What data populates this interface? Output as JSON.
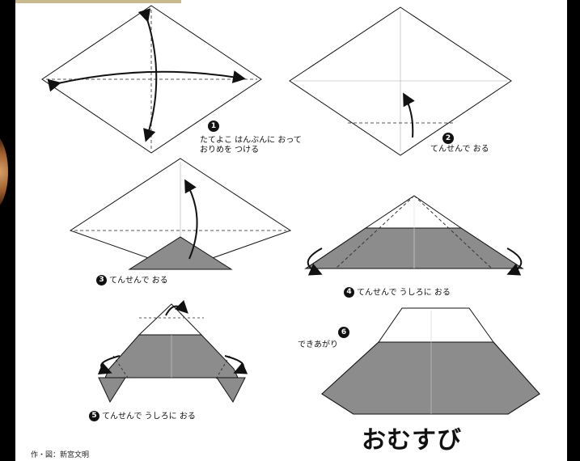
{
  "steps": [
    {
      "num": "1",
      "line1": "たてよこ はんぶんに おって",
      "line2": "おりめを つける"
    },
    {
      "num": "2",
      "text": "てんせんで おる"
    },
    {
      "num": "3",
      "text": "てんせんで おる"
    },
    {
      "num": "4",
      "text": "てんせんで うしろに おる"
    },
    {
      "num": "5",
      "text": "てんせんで うしろに おる"
    },
    {
      "num": "6",
      "text": "できあがり"
    }
  ],
  "title": "おむすび",
  "credit": "作・図：新宮文明",
  "colors": {
    "paper": "#ffffff",
    "fill": "#8c8c8c",
    "line": "#111111",
    "dash": "#555555"
  }
}
